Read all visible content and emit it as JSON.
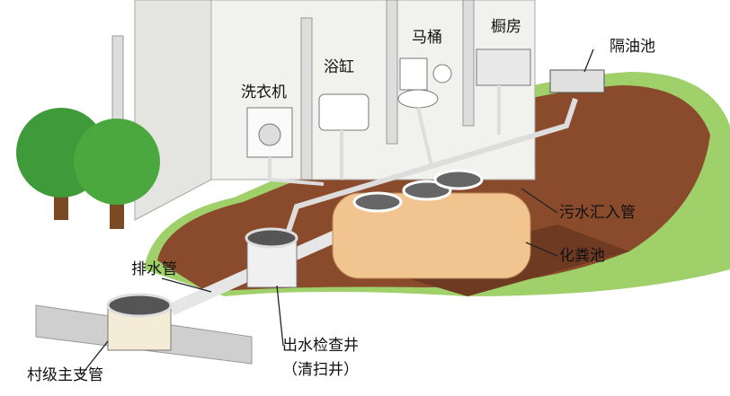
{
  "labels": {
    "toilet": "马桶",
    "kitchen": "橱房",
    "grease_trap": "隔油池",
    "bathtub": "浴缸",
    "washing_machine": "洗衣机",
    "sewage_inlet_pipe": "污水汇入管",
    "septic_tank": "化粪池",
    "drain_pipe": "排水管",
    "outlet_inspection_well": "出水检查井",
    "cleaning_well": "（清扫井）",
    "village_main_pipe": "村级主支管"
  },
  "colors": {
    "soil": "#8a4a2c",
    "grass": "#7fbf4a",
    "tank": "#f2c48f",
    "pipe": "#d8d8d8",
    "tree": "#3f9a3a"
  }
}
